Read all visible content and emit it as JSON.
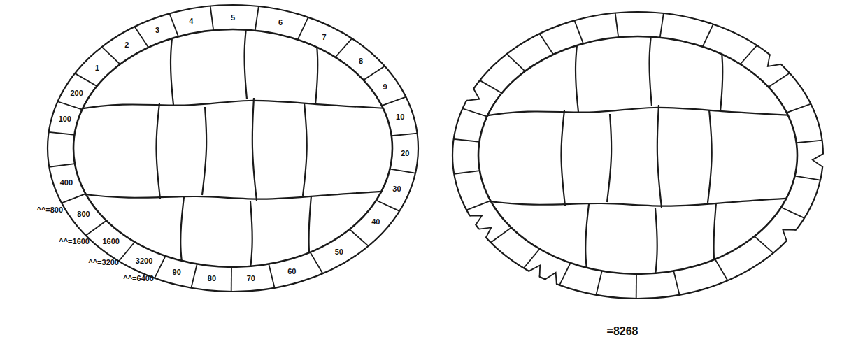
{
  "diagram": {
    "labels": [
      "1",
      "2",
      "3",
      "4",
      "5",
      "6",
      "7",
      "8",
      "9",
      "10",
      "20",
      "30",
      "40",
      "50",
      "60",
      "70",
      "80",
      "90",
      "3200",
      "1600",
      "800",
      "400",
      "100",
      "200",
      "^^=800",
      "^^=1600",
      "^^=3200",
      "^^=6400",
      "=8268"
    ]
  }
}
